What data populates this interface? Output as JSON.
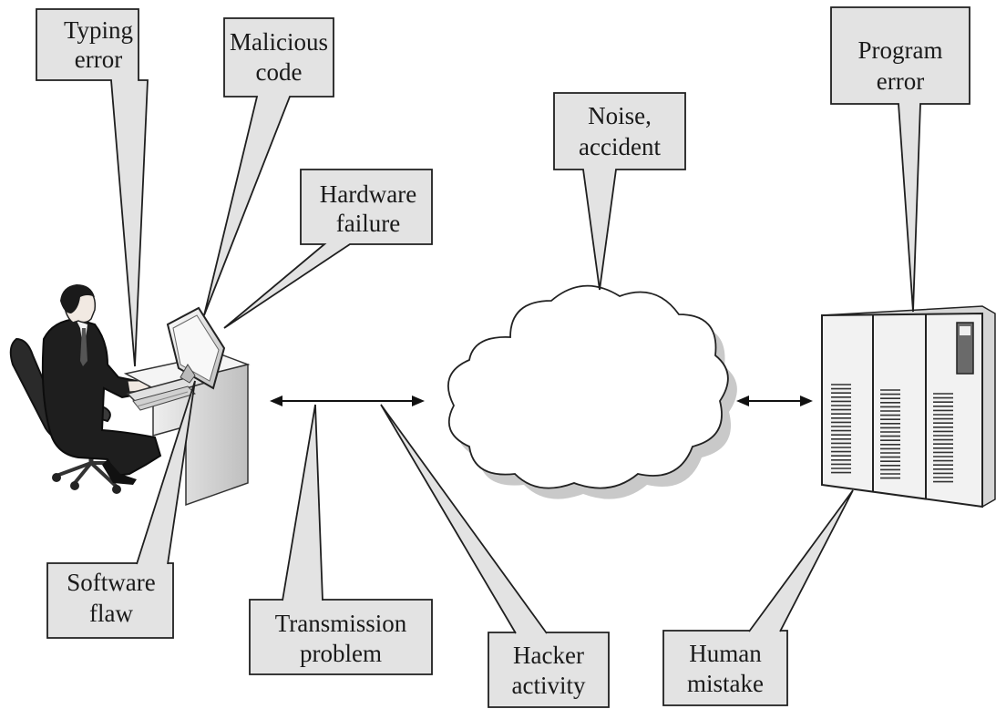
{
  "callouts": {
    "typing_error": [
      "Typing",
      "error"
    ],
    "malicious_code": [
      "Malicious",
      "code"
    ],
    "hardware_failure": [
      "Hardware",
      "failure"
    ],
    "noise_accident": [
      "Noise,",
      "accident"
    ],
    "program_error": [
      "Program",
      "error"
    ],
    "software_flaw": [
      "Software",
      "flaw"
    ],
    "transmission_problem": [
      "Transmission",
      "problem"
    ],
    "hacker_activity": [
      "Hacker",
      "activity"
    ],
    "human_mistake": [
      "Human",
      "mistake"
    ]
  },
  "colors": {
    "callout_fill": "#e3e3e3",
    "outline": "#1f1f1f",
    "cloud_fill": "#ffffff",
    "cloud_shadow": "#c9c9c9",
    "server_fill": "#f2f2f2"
  }
}
